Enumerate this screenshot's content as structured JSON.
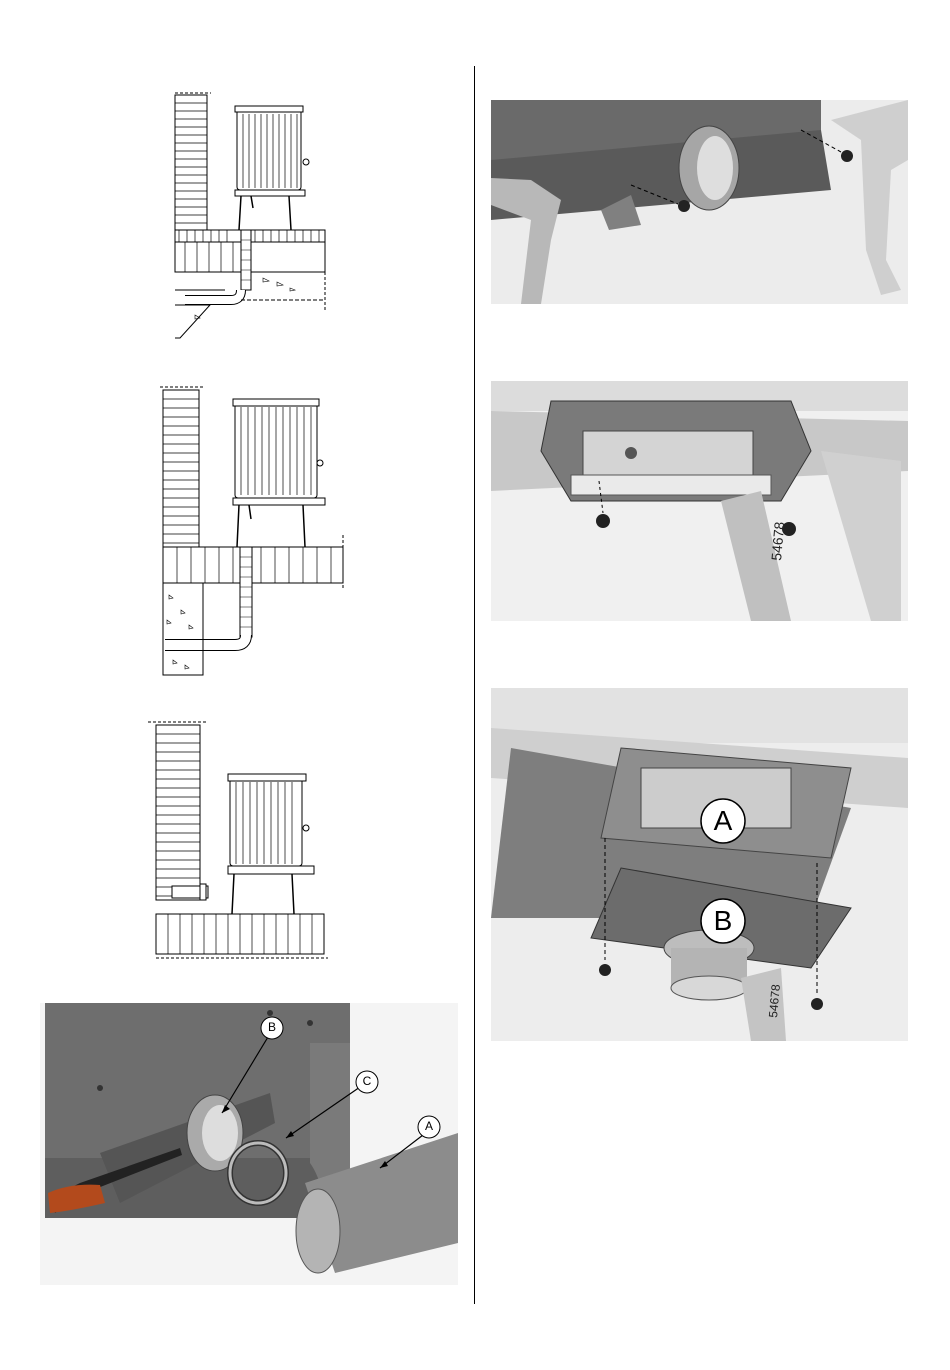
{
  "callouts": {
    "photo_tl": {
      "b": "B",
      "c": "C",
      "a": "A"
    },
    "photo_r3": {
      "a": "A",
      "b": "B"
    }
  },
  "part_number": "54678",
  "colors": {
    "line": "#000000",
    "metal_dark": "#6e6e6e",
    "metal_mid": "#9a9a9a",
    "metal_light": "#d6d6d6",
    "handle_red": "#b34a1c",
    "background_photo": "#f2f2f2"
  }
}
